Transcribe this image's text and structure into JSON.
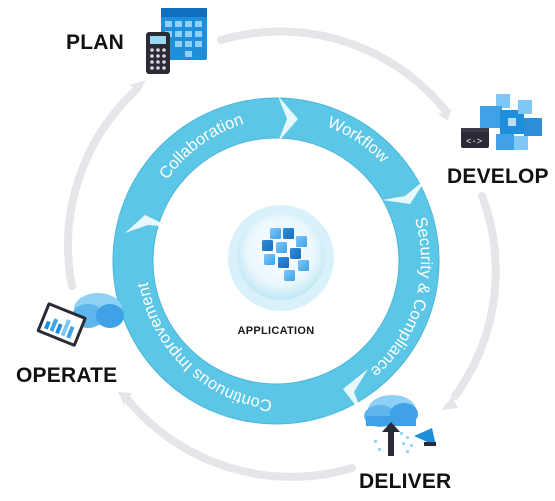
{
  "stages": {
    "plan": "PLAN",
    "develop": "DEVELOP",
    "deliver": "DELIVER",
    "operate": "OPERATE"
  },
  "ring": {
    "collaboration": "Collaboration",
    "workflow": "Workflow",
    "security": "Security & Compliance",
    "improvement": "Continuous Improvement"
  },
  "center": {
    "label": "APPLICATION"
  },
  "colors": {
    "ring_fill": "#5cc6e6",
    "ring_edge": "#4ab6d8",
    "outer_arrow": "#e6e6ea",
    "icon_blue": "#1f8fdc",
    "icon_dark": "#2b2b36",
    "hub_fill": "#d9f1fa"
  },
  "icons": {
    "plan": "calendar-calculator-icon",
    "develop": "code-cubes-icon",
    "deliver": "cloud-delivery-icon",
    "operate": "monitor-dashboard-icon",
    "center": "application-cubes-icon"
  }
}
